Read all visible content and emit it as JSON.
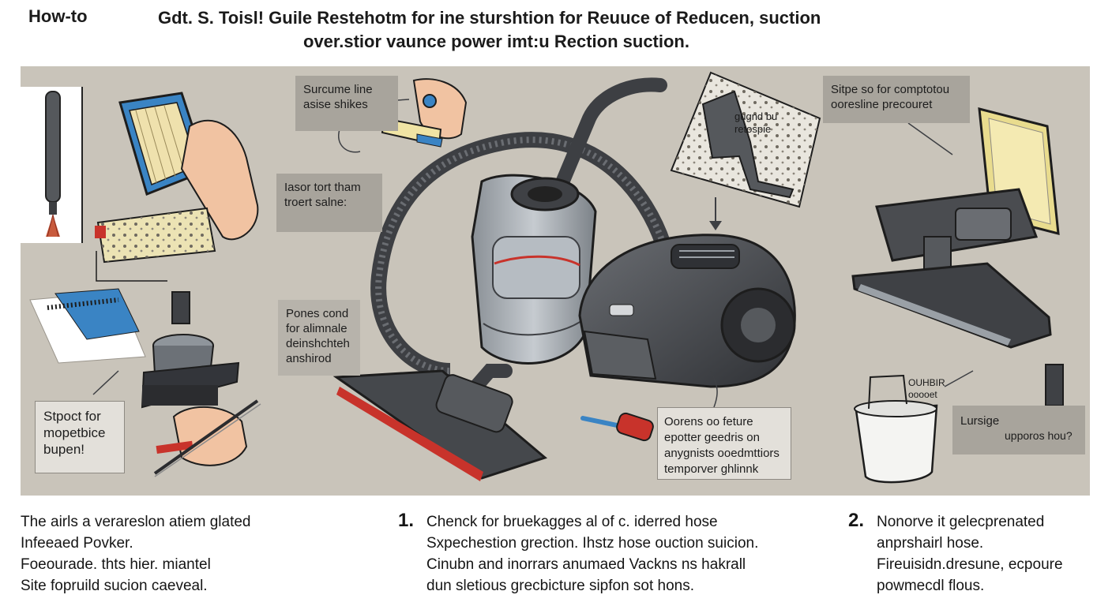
{
  "header": {
    "left_label": "How-to",
    "title_line1": "Gdt. S. Toisl! Guile Restehotm for ine sturshtion for Reuuce of Reducen, suction",
    "title_line2": "over.stior vaunce power imt:u Rection suction."
  },
  "callouts": {
    "top_center": [
      "Surcume line",
      "asise shikes"
    ],
    "mid_left": [
      "Iasor tort tham",
      "troert salne:"
    ],
    "lower_left": [
      "Pones cond",
      "for alimnale",
      "deinshchteh",
      "anshirod"
    ],
    "bottom_left": [
      "Stpoct for",
      "mopetbice",
      "bupen!"
    ],
    "top_dust": [
      "gugnd bu",
      "retospie"
    ],
    "top_right": [
      "Sitpe so for comptotou",
      "ooresline precouret"
    ],
    "bottom_center": [
      "Oorens oo feture",
      "epotter geedris on",
      "anygnists ooedmttiors",
      "temporver ghlinnk"
    ],
    "bottin": [
      "OUHBIR",
      "ooooet"
    ],
    "lursige": "Lursige",
    "upporos": "upporos hou?"
  },
  "steps": [
    {
      "num": "",
      "lines": [
        "The airls a verareslon atiem glated",
        "Infeeaed Povker.",
        "Foeourade. thts hier. miantel",
        "Site fopruild sucion caeveal."
      ]
    },
    {
      "num": "1.",
      "lines": [
        "Chenck for bruekagges al of c. iderred hose",
        "Sxpechestion grection. Ihstz hose ouction suicion.",
        "Cinubn and inorrars anumaed Vackns ns hakrall",
        "dun sletious grecbicture sipfon sot hons."
      ]
    },
    {
      "num": "2.",
      "lines": [
        "Nonorve it gelecprenated",
        "anprshairl hose.",
        "Fireuisidn.dresune, ecpoure",
        "powmecdl flous."
      ]
    }
  ],
  "colors": {
    "panel_bg": "#c9c4ba",
    "callout_bg": "#a8a49c",
    "vacuum_body": "#4a4c50",
    "accent_red": "#c8332b",
    "filter_blue": "#3a84c4",
    "filter_yellow": "#e9dc8e"
  }
}
